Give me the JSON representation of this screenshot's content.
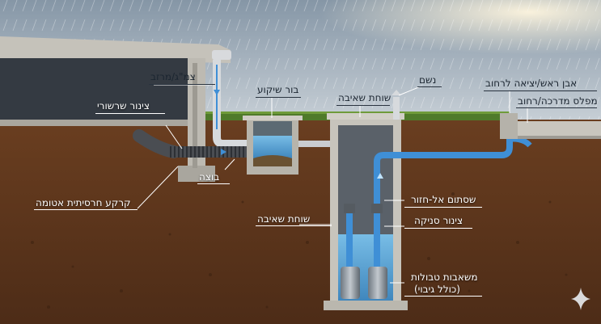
{
  "labels": {
    "gutter": "צמ\"ג/מרזב",
    "corrugated_pipe": "צינור שרשורי",
    "infiltration_pit": "בור שיקוע",
    "pump_well_top": "שוחת שאיבה",
    "vent": "נשם",
    "curb_outlet": "אבן ראש/יציאה לרחוב",
    "sidewalk": "מפלס מדרכה/רחוב",
    "sludge": "בוצה",
    "sealed_gravel": "קרקע חרסיתית אטומה",
    "pump_well_side": "שוחת שאיבה",
    "check_valve": "שסתום אל-חזור",
    "discharge_pipe": "צינור סניקה",
    "pumps": "משאבות טבולות",
    "pumps_backup": "(כולל גיבוי)"
  },
  "colors": {
    "sky": "#9fb0bf",
    "soil": "#6b3f22",
    "concrete": "#b9b6ae",
    "water": "#5fa8d8",
    "pipe_blue": "#3f8fd6",
    "pipe_grey": "#c9ccd0",
    "grass": "#4f7a2a"
  }
}
